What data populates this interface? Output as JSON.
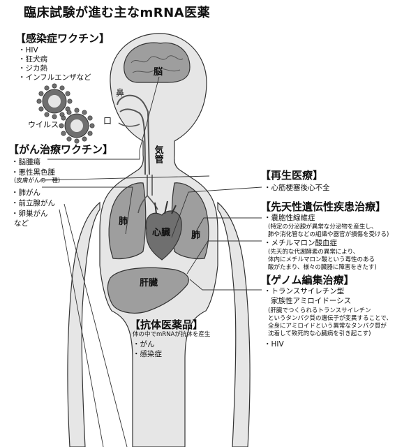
{
  "title": "臨床試験が進む主なmRNA医薬",
  "infection_vaccine": {
    "header": "【感染症ワクチン】",
    "items": [
      "・HIV",
      "・狂犬病",
      "・ジカ熱",
      "・インフルエンザなど"
    ],
    "virus_label": "ウイルス"
  },
  "cancer_vaccine": {
    "header": "【がん治療ワクチン】",
    "items": [
      "・脳腫瘍",
      "・悪性黒色腫",
      "・肺がん",
      "・前立腺がん",
      "・卵巣がん",
      "など"
    ],
    "note": "(皮膚がんの一種)"
  },
  "regenerative": {
    "header": "【再生医療】",
    "items": [
      "・心筋梗塞後心不全"
    ]
  },
  "congenital": {
    "header": "【先天性遺伝性疾患治療】",
    "items": [
      {
        "label": "・嚢胞性線維症",
        "notes": [
          "(特定の分泌腺が異常な分泌物を産生し、",
          "肺や消化管などの組織や器官が損傷を受ける)"
        ]
      },
      {
        "label": "・メチルマロン酸血症",
        "notes": [
          "(先天的な代謝酵素の異常により、",
          "体内にメチルマロン酸という毒性のある",
          "酸がたまり、様々の臓器に障害をきたす)"
        ]
      }
    ]
  },
  "genome": {
    "header": "【ゲノム編集治療】",
    "items": [
      "・トランスサイレチン型",
      "家族性アミロイドーシス",
      "・HIV"
    ],
    "notes": [
      "(肝臓でつくられるトランスサイレチン",
      "というタンパク質の遺伝子が変異することで、",
      "全身にアミロイドという異常なタンパク質が",
      "沈着して致死的な心臓病を引き起こす)"
    ]
  },
  "antibody": {
    "header": "【抗体医薬品】",
    "subtitle": "体の中でmRNAが抗体を産生",
    "items": [
      "・がん",
      "・感染症"
    ]
  },
  "organs": {
    "brain": "脳",
    "nose": "鼻",
    "mouth": "口",
    "trachea": "気管",
    "lung_left": "肺",
    "lung_right": "肺",
    "heart": "心臓",
    "liver": "肝臓"
  },
  "colors": {
    "body_fill": "#e6e6e6",
    "organ_fill": "#9e9e9e",
    "dark_fill": "#6f6f6f",
    "outline": "#333333"
  }
}
